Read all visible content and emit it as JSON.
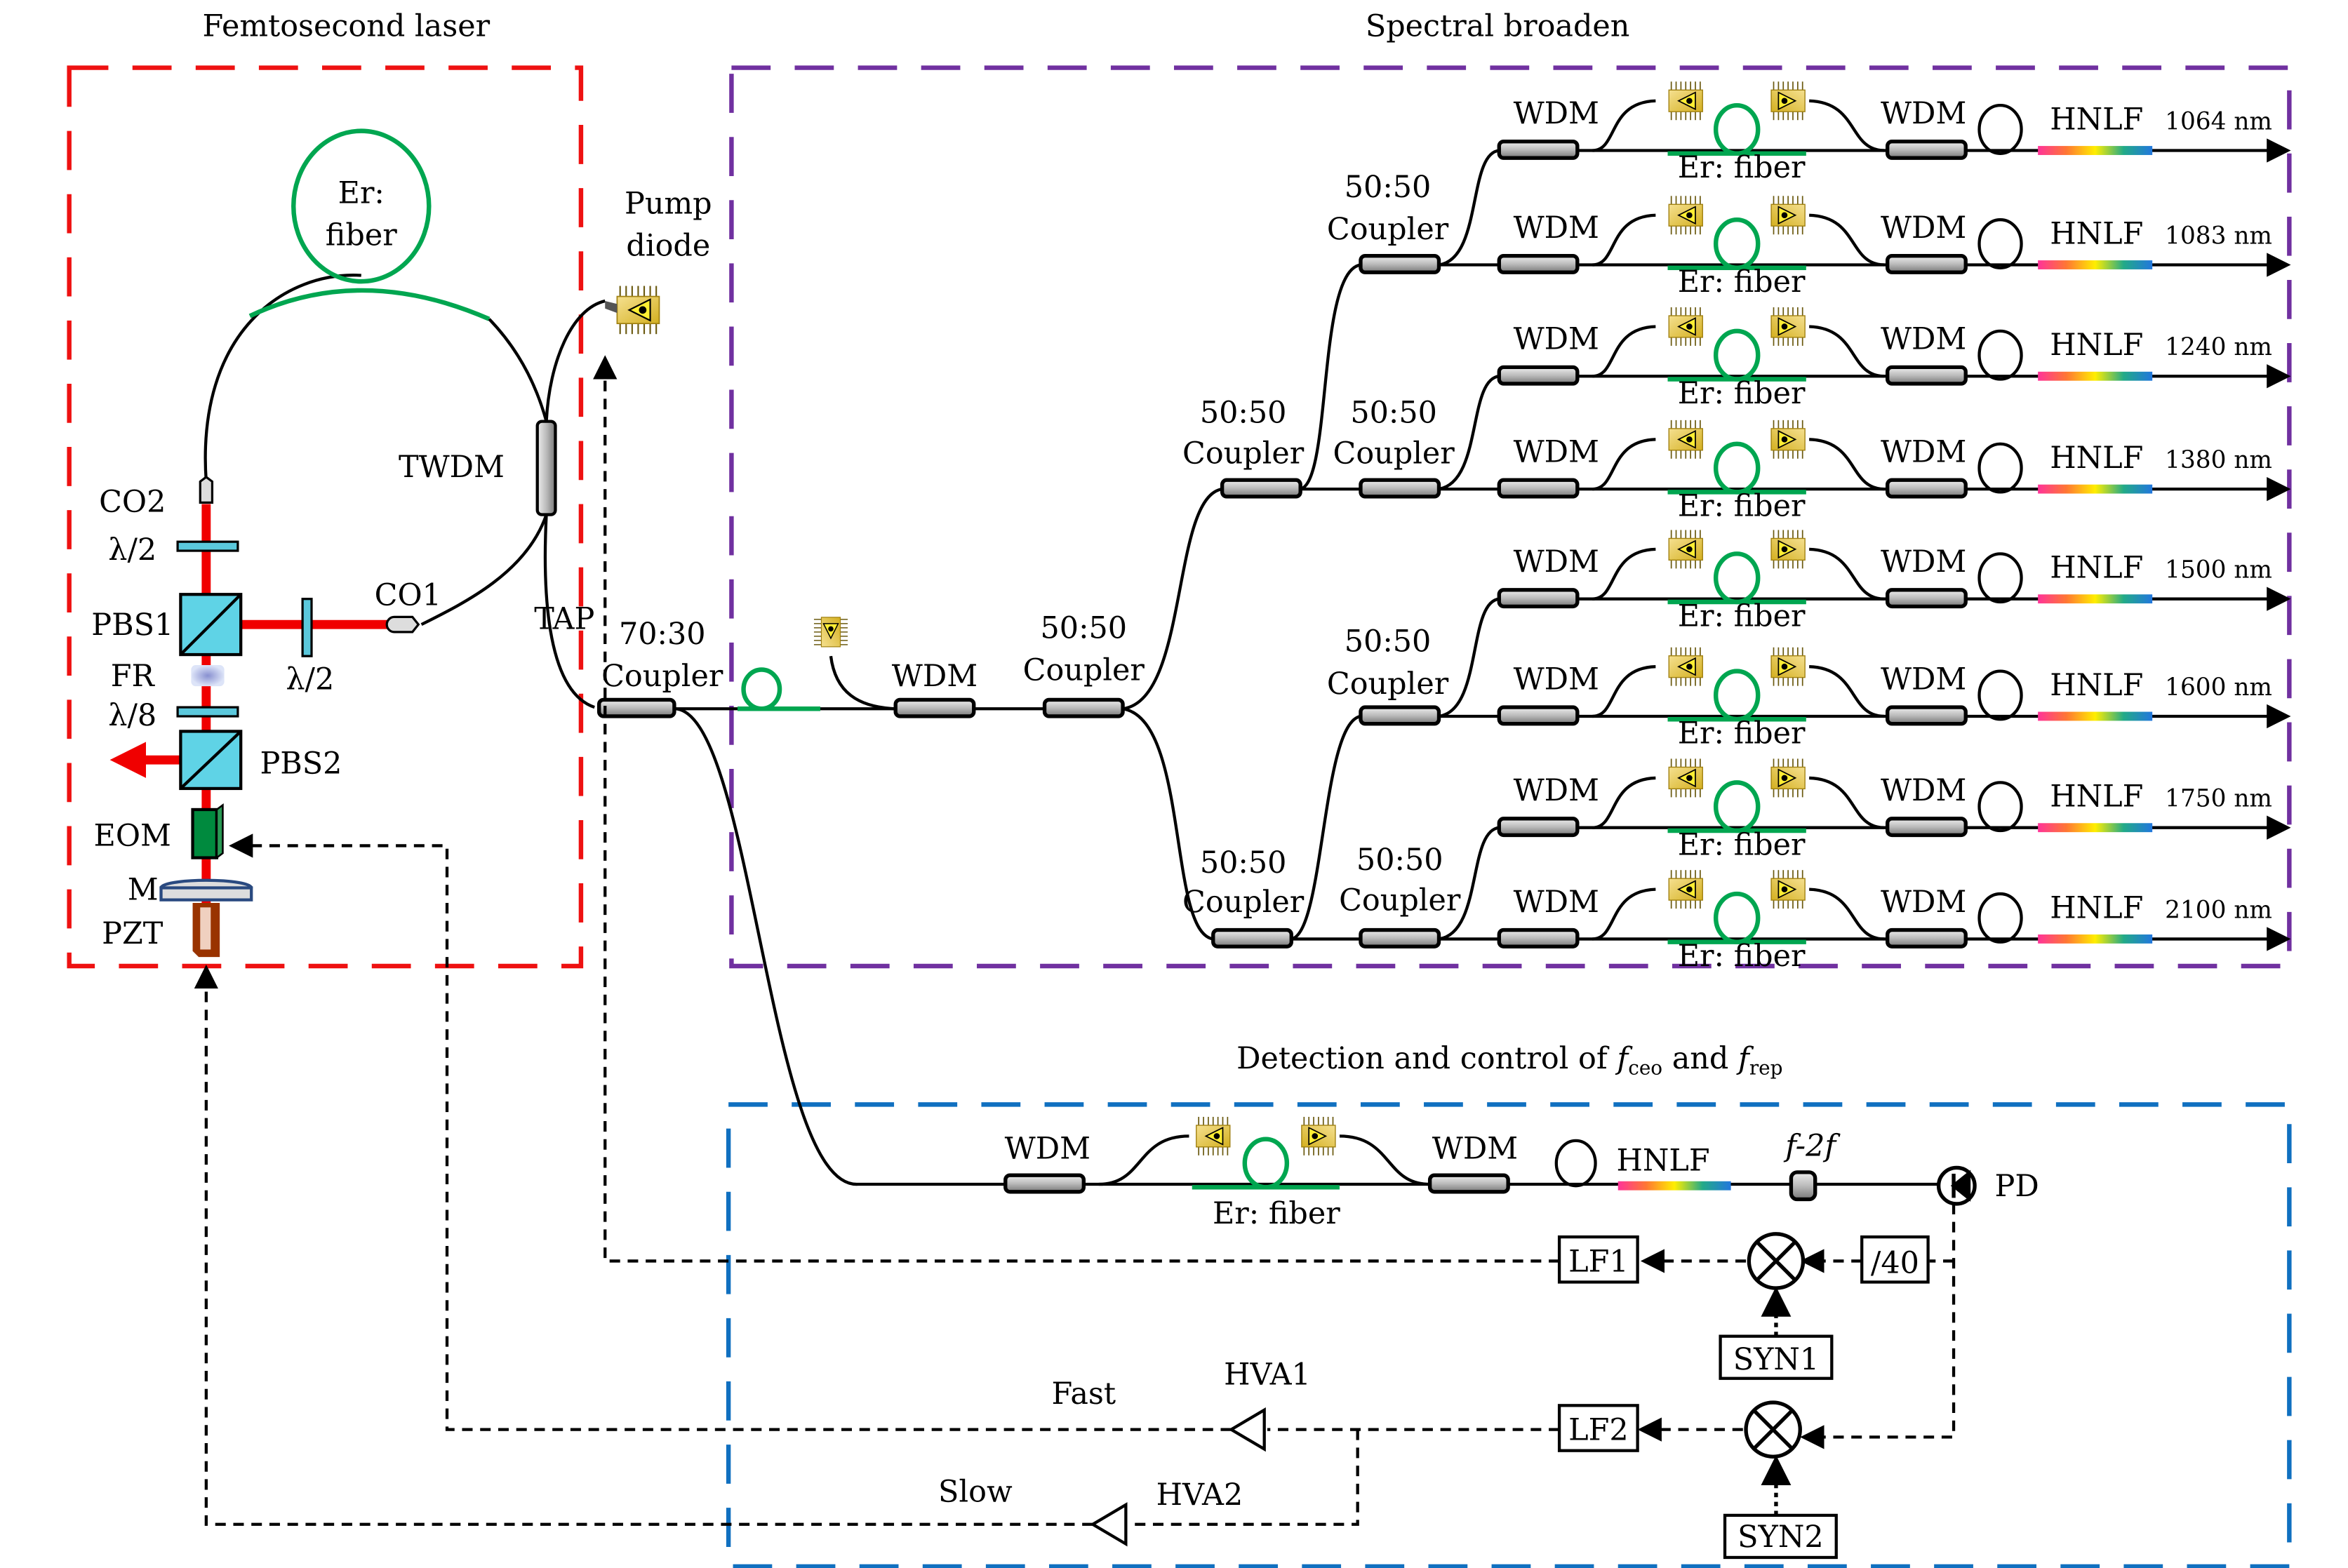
{
  "sections": {
    "laser_title": "Femtosecond laser",
    "broaden_title": "Spectral broaden",
    "detection_title_prefix": "Detection and control of ",
    "f_ceo_symbol": "f",
    "f_ceo_sub": "ceo",
    "and_word": " and ",
    "f_rep_symbol": "f",
    "f_rep_sub": "rep"
  },
  "colors": {
    "laser_box": "#ee1111",
    "broaden_box": "#7030a0",
    "detection_box": "#1070c0",
    "er_fiber": "#00a650",
    "beam": "#f00000"
  },
  "laser": {
    "er_fiber_line1": "Er:",
    "er_fiber_line2": "fiber",
    "twdm": "TWDM",
    "co2": "CO2",
    "co1": "CO1",
    "hwp_top": "λ/2",
    "hwp_side": "λ/2",
    "pbs1": "PBS1",
    "fr": "FR",
    "eighth_wp": "λ/8",
    "pbs2": "PBS2",
    "eom": "EOM",
    "mirror": "M",
    "pzt": "PZT",
    "tap": "TAP",
    "pump_line1": "Pump",
    "pump_line2": "diode"
  },
  "preamp": {
    "coupler_ratio": "70:30",
    "coupler_label": "Coupler",
    "er_fiber": "Er: fiber",
    "wdm": "WDM",
    "coupler2_ratio": "50:50",
    "coupler2_label": "Coupler"
  },
  "splitter_couplers": [
    {
      "ratio": "50:50",
      "label": "Coupler"
    },
    {
      "ratio": "50:50",
      "label": "Coupler"
    },
    {
      "ratio": "50:50",
      "label": "Coupler"
    },
    {
      "ratio": "50:50",
      "label": "Coupler"
    },
    {
      "ratio": "50:50",
      "label": "Coupler"
    },
    {
      "ratio": "50:50",
      "label": "Coupler"
    }
  ],
  "branches": [
    {
      "wdm_in": "WDM",
      "er": "Er: fiber",
      "wdm_out": "WDM",
      "hnlf": "HNLF",
      "wavelength": "1064 nm"
    },
    {
      "wdm_in": "WDM",
      "er": "Er: fiber",
      "wdm_out": "WDM",
      "hnlf": "HNLF",
      "wavelength": "1083 nm"
    },
    {
      "wdm_in": "WDM",
      "er": "Er: fiber",
      "wdm_out": "WDM",
      "hnlf": "HNLF",
      "wavelength": "1240 nm"
    },
    {
      "wdm_in": "WDM",
      "er": "Er: fiber",
      "wdm_out": "WDM",
      "hnlf": "HNLF",
      "wavelength": "1380 nm"
    },
    {
      "wdm_in": "WDM",
      "er": "Er: fiber",
      "wdm_out": "WDM",
      "hnlf": "HNLF",
      "wavelength": "1500 nm"
    },
    {
      "wdm_in": "WDM",
      "er": "Er: fiber",
      "wdm_out": "WDM",
      "hnlf": "HNLF",
      "wavelength": "1600 nm"
    },
    {
      "wdm_in": "WDM",
      "er": "Er: fiber",
      "wdm_out": "WDM",
      "hnlf": "HNLF",
      "wavelength": "1750 nm"
    },
    {
      "wdm_in": "WDM",
      "er": "Er: fiber",
      "wdm_out": "WDM",
      "hnlf": "HNLF",
      "wavelength": "2100 nm"
    }
  ],
  "detection": {
    "wdm_in": "WDM",
    "er": "Er: fiber",
    "wdm_out": "WDM",
    "hnlf": "HNLF",
    "f2f": "f-2f",
    "pd": "PD",
    "lf1": "LF1",
    "lf2": "LF2",
    "div": "/40",
    "syn1": "SYN1",
    "syn2": "SYN2",
    "hva1": "HVA1",
    "hva2": "HVA2",
    "fast": "Fast",
    "slow": "Slow"
  }
}
